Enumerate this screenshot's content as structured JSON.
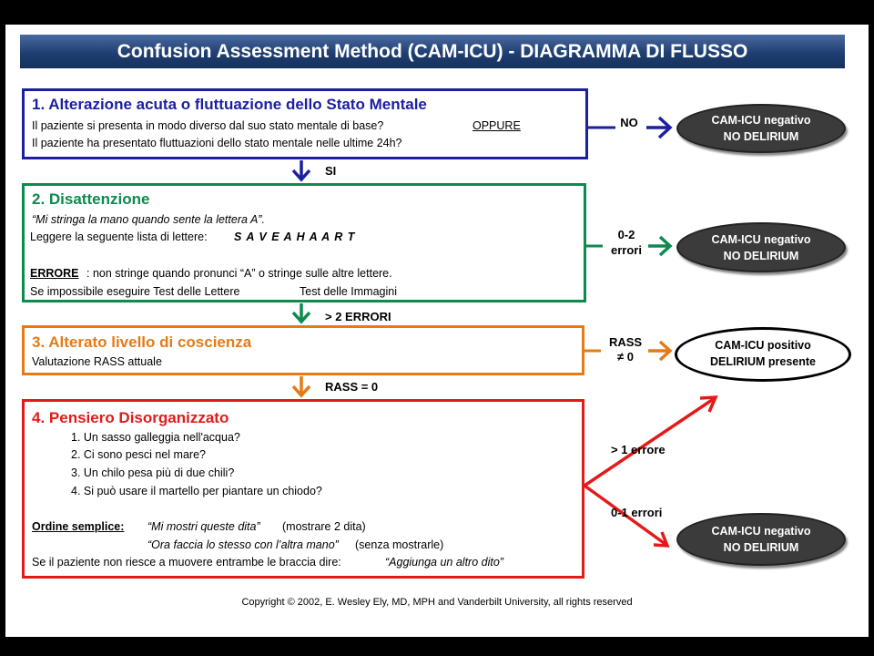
{
  "title": "Confusion Assessment Method (CAM-ICU) - DIAGRAMMA DI FLUSSO",
  "colors": {
    "step1": "#1c1fa0",
    "step2": "#0d8a4e",
    "step3": "#e57a17",
    "step4": "#e41a1a",
    "banner": "#1f3f72"
  },
  "step1": {
    "heading": "1. Alterazione acuta o fluttuazione dello Stato Mentale",
    "line1": "Il paziente si presenta in modo diverso dal suo stato mentale di base?",
    "oppure": "OPPURE",
    "line2": "Il paziente ha presentato fluttuazioni dello stato mentale nelle ultime 24h?"
  },
  "step2": {
    "heading": "2. Disattenzione",
    "instruction": "“Mi stringa la mano quando sente la lettera A”.",
    "list_prefix": "Leggere la seguente lista di lettere:",
    "letters": "S A V E A H A A R T",
    "error_label": "ERRORE",
    "error_text": ": non stringe quando pronunci “A” o stringe sulle altre lettere.",
    "fallback_a": "Se impossibile eseguire Test delle Lettere",
    "fallback_b": "Test delle Immagini"
  },
  "step3": {
    "heading": "3. Alterato livello di coscienza",
    "line1": "Valutazione RASS attuale"
  },
  "step4": {
    "heading": "4. Pensiero Disorganizzato",
    "questions": [
      "1. Un sasso galleggia nell'acqua?",
      "2. Ci sono pesci nel mare?",
      "3. Un chilo pesa più di due chili?",
      "4. Si può usare il martello per piantare un chiodo?"
    ],
    "order_label": "Ordine semplice:",
    "order_cmd1": "“Mi mostri queste dita”",
    "order_note1": "(mostrare 2 dita)",
    "order_cmd2": "“Ora faccia lo stesso con l’altra mano”",
    "order_note2": "(senza mostrarle)",
    "last_prefix": "Se il paziente non riesce a muovere entrambe le braccia dire:",
    "last_cmd": "“Aggiunga un altro dito”"
  },
  "connectors": {
    "no": "NO",
    "si": "SI",
    "errors_0_2_a": "0-2",
    "errors_0_2_b": "errori",
    "gt2": "> 2 ERRORI",
    "rass_a": "RASS",
    "rass_b": "≠ 0",
    "rass0": "RASS = 0",
    "gt1": "> 1 errore",
    "errors_0_1": "0-1 errori"
  },
  "outcomes": {
    "neg_1": "CAM-ICU negativo",
    "neg_2": "NO DELIRIUM",
    "pos_1": "CAM-ICU positivo",
    "pos_2": "DELIRIUM presente"
  },
  "copyright": "Copyright © 2002, E. Wesley Ely, MD, MPH and Vanderbilt University, all rights reserved"
}
